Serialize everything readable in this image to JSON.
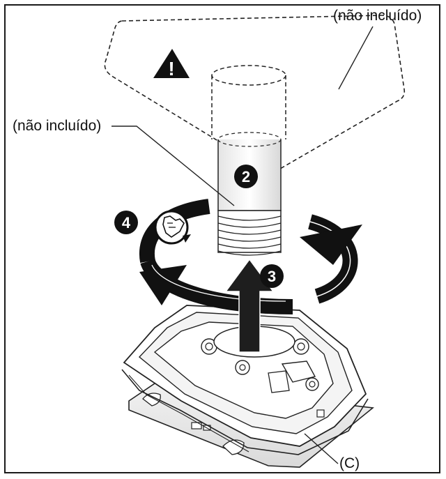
{
  "labels": {
    "not_included_top": "(não incluído)",
    "not_included_left": "(não incluído)",
    "part_c": "(C)"
  },
  "steps": {
    "step2": "2",
    "step3": "3",
    "step4": "4",
    "warning": "!"
  },
  "colors": {
    "ink": "#111111",
    "paper": "#ffffff",
    "arrow_fill": "#1e1e1e",
    "mid_gray": "#cfcfcf",
    "light_gray": "#ececec"
  }
}
